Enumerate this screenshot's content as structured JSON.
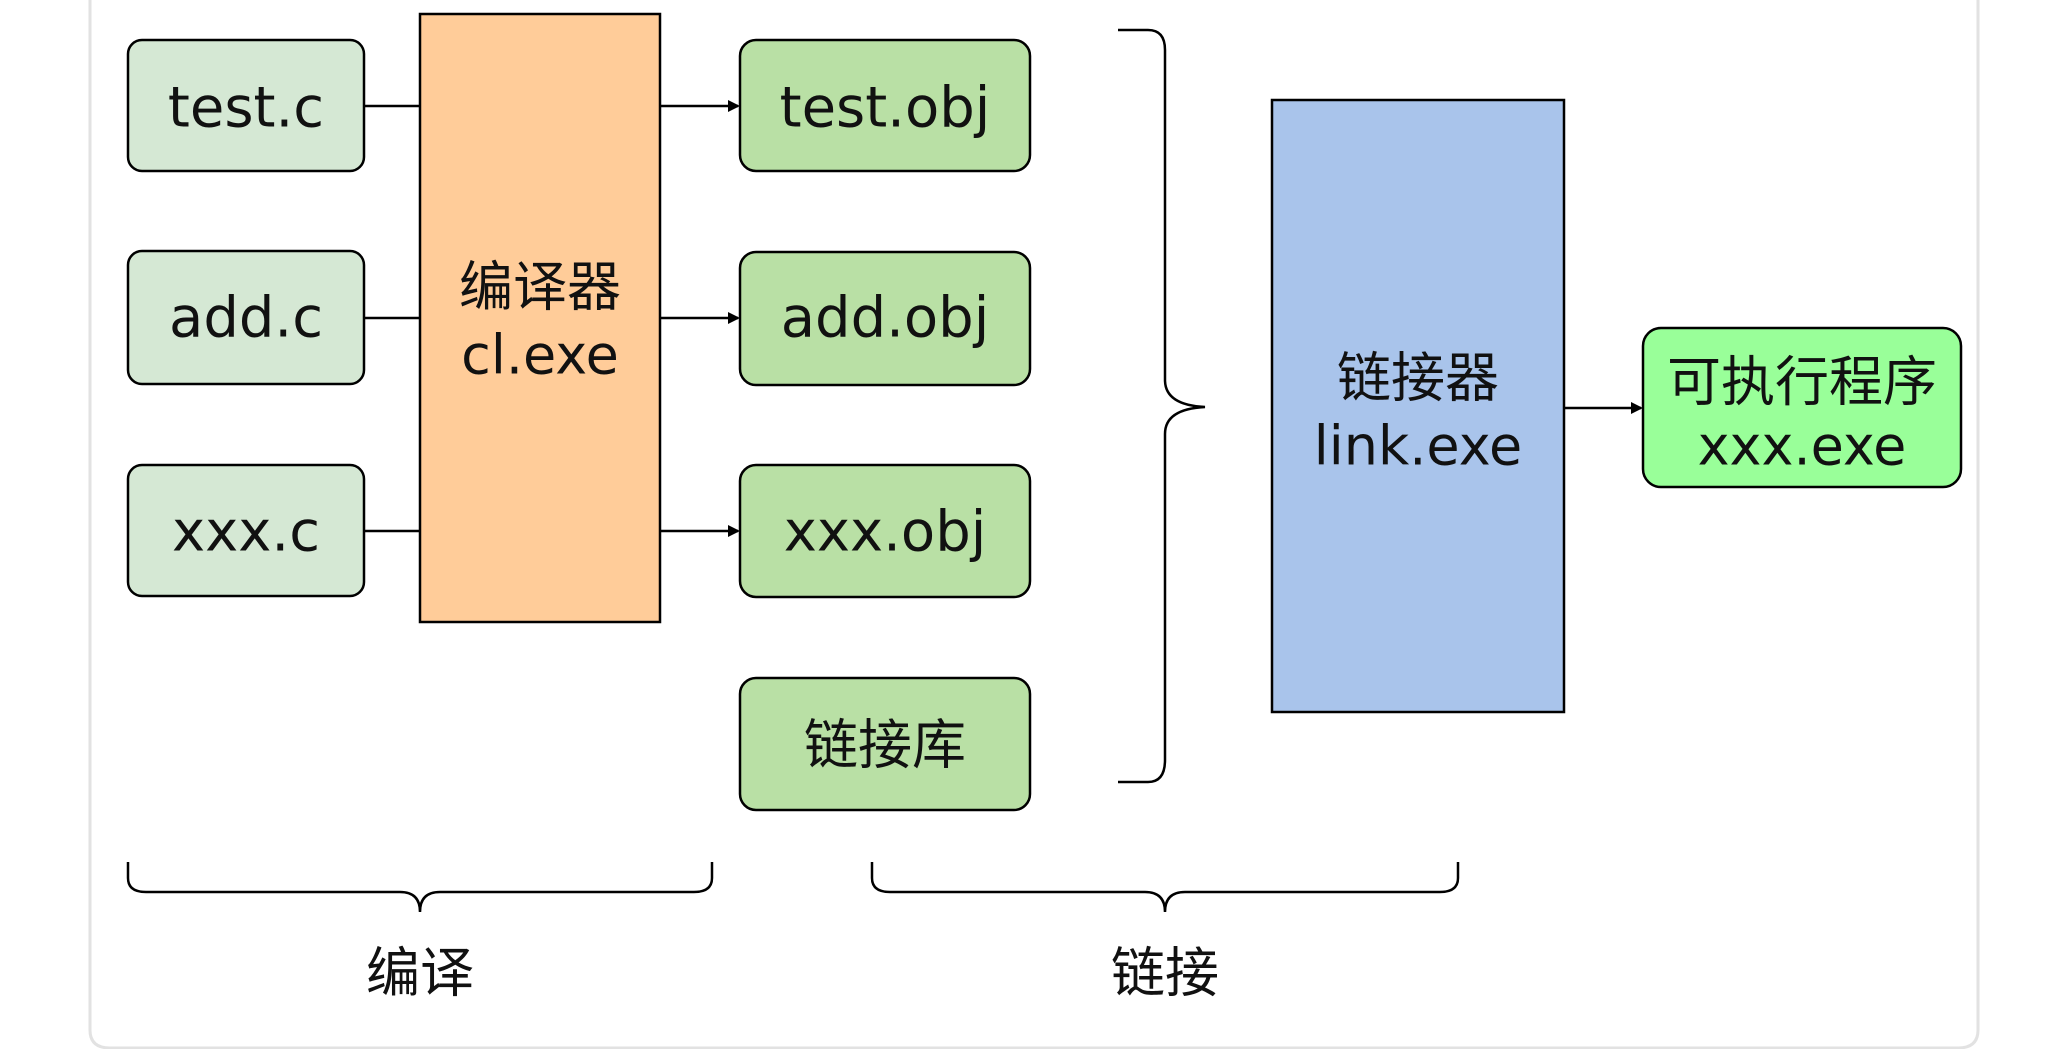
{
  "diagram": {
    "sources": [
      "test.c",
      "add.c",
      "xxx.c"
    ],
    "compiler": {
      "line1": "编译器",
      "line2": "cl.exe"
    },
    "objects": [
      "test.obj",
      "add.obj",
      "xxx.obj"
    ],
    "library": "链接库",
    "linker": {
      "line1": "链接器",
      "line2": "link.exe"
    },
    "output": {
      "line1": "可执行程序",
      "line2": "xxx.exe"
    },
    "stage_compile": "编译",
    "stage_link": "链接"
  },
  "colors": {
    "source_fill": "#d5e8d4",
    "compiler_fill": "#ffcc99",
    "object_fill": "#b9e0a5",
    "linker_fill": "#a9c4eb",
    "output_fill": "#99ff99",
    "stroke": "#000000"
  }
}
